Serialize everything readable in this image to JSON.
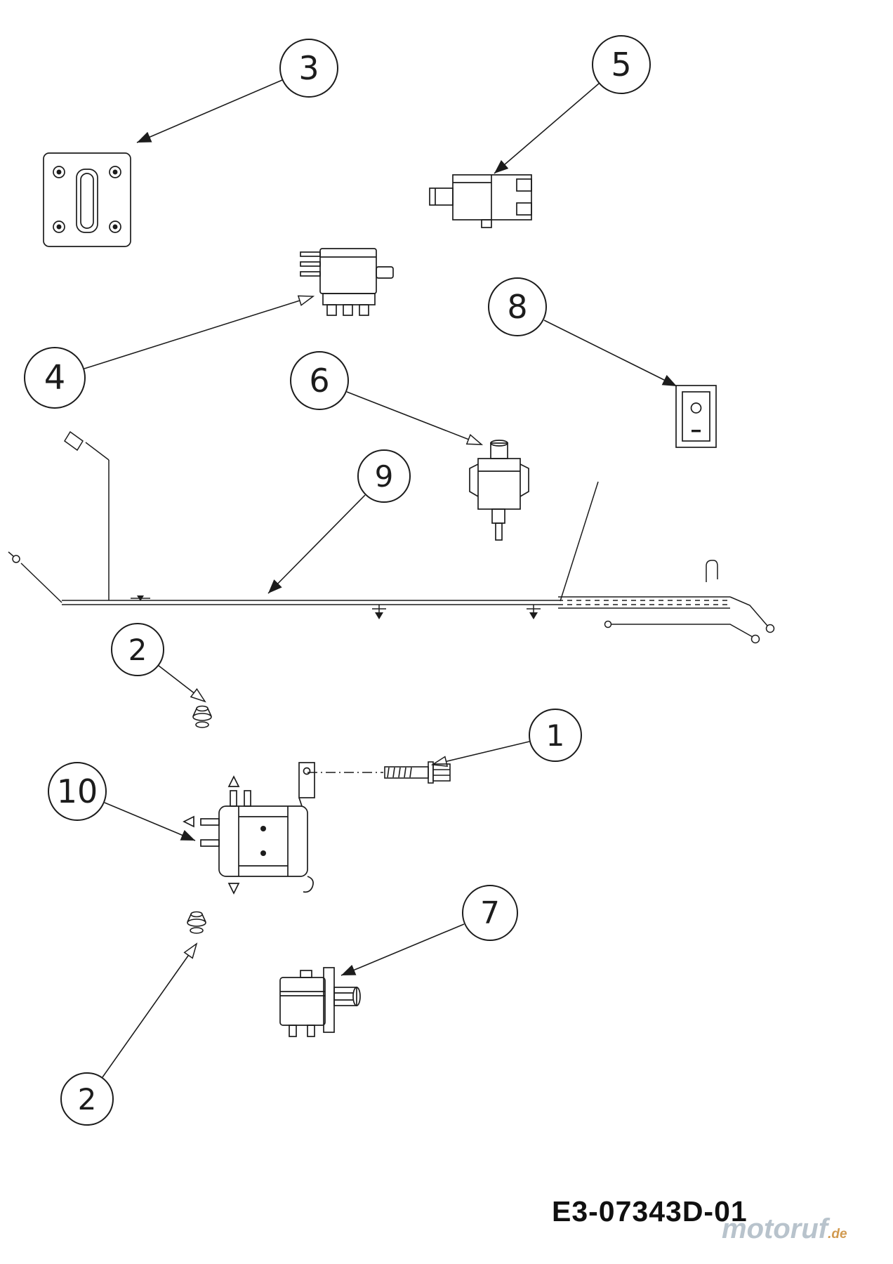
{
  "diagram": {
    "code": "E3-07343D-01",
    "watermark": {
      "name": "motoruf",
      "tld": ".de"
    },
    "callouts": [
      {
        "id": "3",
        "label": "3"
      },
      {
        "id": "5",
        "label": "5"
      },
      {
        "id": "8",
        "label": "8"
      },
      {
        "id": "4",
        "label": "4"
      },
      {
        "id": "6",
        "label": "6"
      },
      {
        "id": "9",
        "label": "9"
      },
      {
        "id": "2a",
        "label": "2"
      },
      {
        "id": "1",
        "label": "1"
      },
      {
        "id": "10",
        "label": "10"
      },
      {
        "id": "7",
        "label": "7"
      },
      {
        "id": "2b",
        "label": "2"
      }
    ]
  }
}
